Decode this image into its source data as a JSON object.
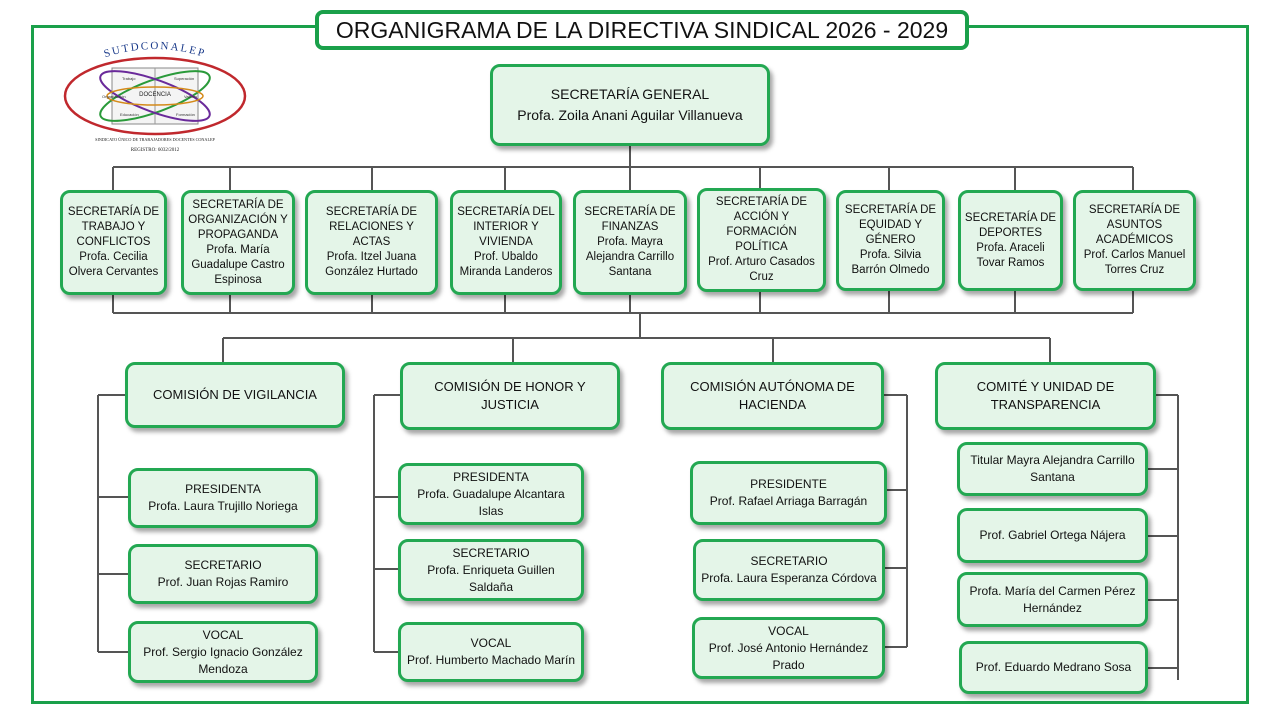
{
  "title": "ORGANIGRAMA DE LA DIRECTIVA SINDICAL 2026 - 2029",
  "logo": {
    "arc_text": "SUTDCONALEP",
    "center_text": "DOCENCIA",
    "words": [
      "Trabajo",
      "Superación",
      "Organización",
      "Valores",
      "Educación",
      "Formación"
    ],
    "bottom_text": "SINDICATO ÚNICO DE TRABAJADORES DOCENTES CONALEP",
    "registro": "REGISTRO: 6032/2012"
  },
  "general": {
    "title": "SECRETARÍA GENERAL",
    "name": "Profa. Zoila Anani Aguilar Villanueva"
  },
  "secretarias": [
    {
      "title": "SECRETARÍA DE TRABAJO Y CONFLICTOS",
      "name": "Profa. Cecilia Olvera Cervantes"
    },
    {
      "title": "SECRETARÍA DE ORGANIZACIÓN Y PROPAGANDA",
      "name": "Profa. María Guadalupe Castro Espinosa"
    },
    {
      "title": "SECRETARÍA DE RELACIONES Y ACTAS",
      "name": "Profa. Itzel Juana González Hurtado"
    },
    {
      "title": "SECRETARÍA DEL INTERIOR Y VIVIENDA",
      "name": "Prof. Ubaldo Miranda Landeros"
    },
    {
      "title": "SECRETARÍA DE FINANZAS",
      "name": "Profa. Mayra Alejandra Carrillo Santana"
    },
    {
      "title": "SECRETARÍA DE ACCIÓN Y FORMACIÓN POLÍTICA",
      "name": "Prof. Arturo Casados Cruz"
    },
    {
      "title": "SECRETARÍA DE EQUIDAD Y GÉNERO",
      "name": "Profa. Silvia Barrón Olmedo"
    },
    {
      "title": "SECRETARÍA DE DEPORTES",
      "name": "Profa. Araceli Tovar Ramos"
    },
    {
      "title": "SECRETARÍA DE ASUNTOS ACADÉMICOS",
      "name": "Prof. Carlos Manuel Torres Cruz"
    }
  ],
  "comisiones": [
    {
      "title": "COMISIÓN DE VIGILANCIA",
      "members": [
        {
          "role": "PRESIDENTA",
          "name": "Profa. Laura Trujillo Noriega"
        },
        {
          "role": "SECRETARIO",
          "name": "Prof. Juan Rojas Ramiro"
        },
        {
          "role": "VOCAL",
          "name": "Prof. Sergio Ignacio González Mendoza"
        }
      ]
    },
    {
      "title": "COMISIÓN DE HONOR Y JUSTICIA",
      "members": [
        {
          "role": "PRESIDENTA",
          "name": "Profa. Guadalupe Alcantara Islas"
        },
        {
          "role": "SECRETARIO",
          "name": "Profa. Enriqueta Guillen Saldaña"
        },
        {
          "role": "VOCAL",
          "name": "Prof. Humberto Machado Marín"
        }
      ]
    },
    {
      "title": "COMISIÓN AUTÓNOMA DE HACIENDA",
      "members": [
        {
          "role": "PRESIDENTE",
          "name": "Prof. Rafael Arriaga Barragán"
        },
        {
          "role": "SECRETARIO",
          "name": "Profa. Laura Esperanza Córdova"
        },
        {
          "role": "VOCAL",
          "name": "Prof. José Antonio Hernández Prado"
        }
      ]
    },
    {
      "title": "COMITÉ Y UNIDAD DE TRANSPARENCIA",
      "members": [
        {
          "role": "",
          "name": "Titular Mayra Alejandra Carrillo Santana"
        },
        {
          "role": "",
          "name": "Prof. Gabriel Ortega Nájera"
        },
        {
          "role": "",
          "name": "Profa. María del Carmen Pérez Hernández"
        },
        {
          "role": "",
          "name": "Prof. Eduardo Medrano Sosa"
        }
      ]
    }
  ],
  "colors": {
    "border": "#23a852",
    "box_fill": "#e4f5e8",
    "frame": "#1aa04a",
    "lines": "#555555"
  }
}
